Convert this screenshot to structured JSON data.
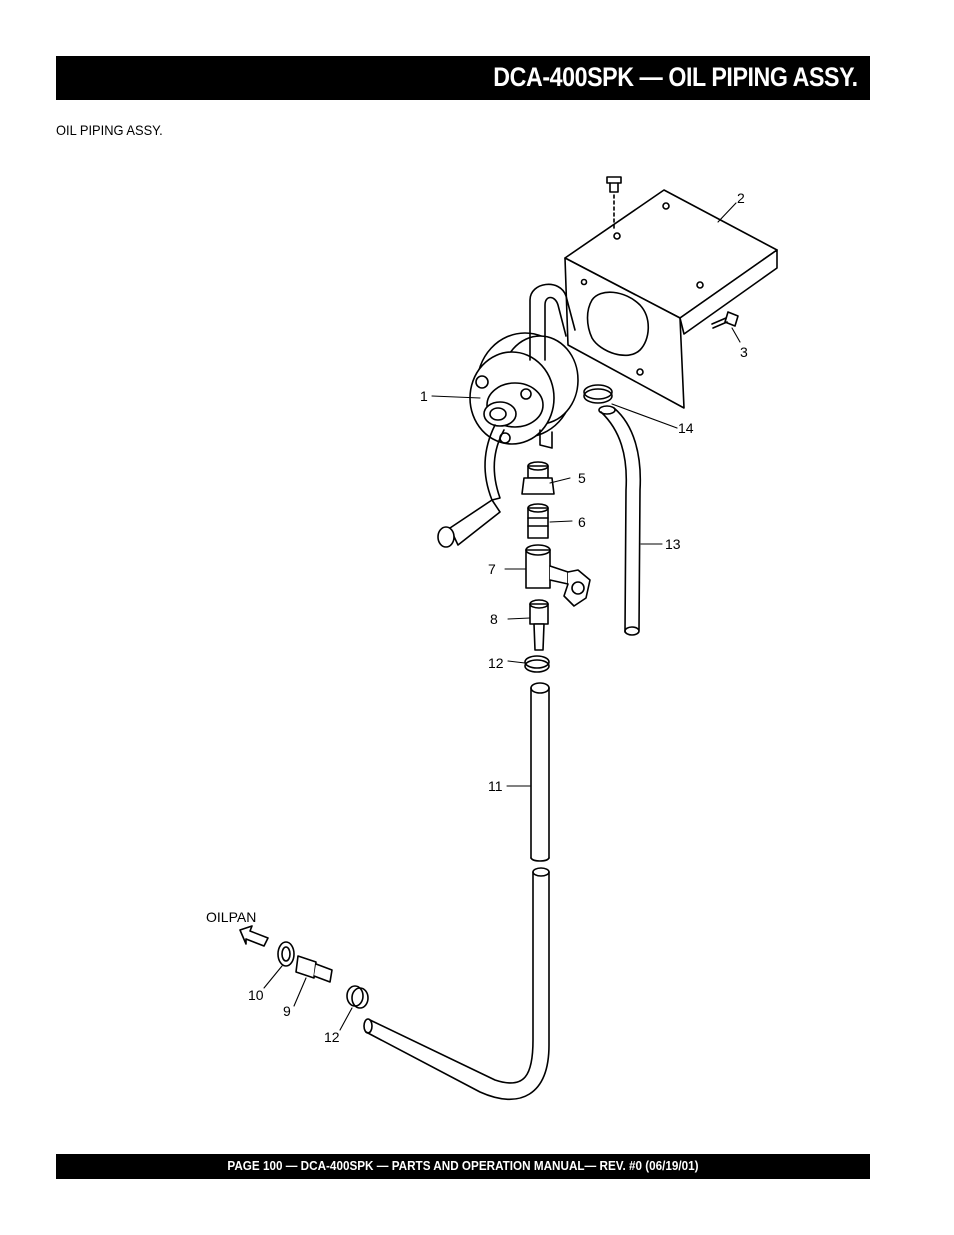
{
  "header": {
    "title": "DCA-400SPK — OIL PIPING ASSY."
  },
  "subtitle": "OIL PIPING ASSY.",
  "diagram": {
    "callouts": [
      "1",
      "2",
      "3",
      "5",
      "6",
      "7",
      "8",
      "12",
      "13",
      "14",
      "11",
      "10",
      "9",
      "12"
    ],
    "oilpan_label": "OILPAN"
  },
  "footer": {
    "text": "PAGE 100 — DCA-400SPK — PARTS AND OPERATION MANUAL— REV. #0 (06/19/01)"
  }
}
